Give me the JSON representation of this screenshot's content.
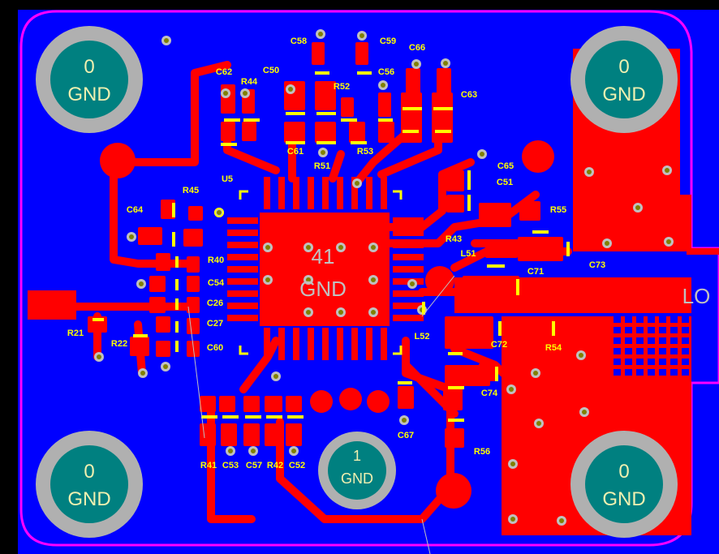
{
  "colors": {
    "background": "#000000",
    "board": "#0000ff",
    "outline": "#ff00ff",
    "copper": "#ff0000",
    "silk": "#ffff00",
    "pad": "#c0c0c0",
    "via": "#808000",
    "mount_ring": "#b0b0b0",
    "mount_fill": "#008080",
    "mount_text": "#f0f0b0",
    "net_text": "#c0c0c0"
  },
  "mounting_holes": [
    {
      "id": "mh-top-left",
      "net": "0",
      "label": "GND"
    },
    {
      "id": "mh-top-right",
      "net": "0",
      "label": "GND"
    },
    {
      "id": "mh-bottom-left",
      "net": "0",
      "label": "GND"
    },
    {
      "id": "mh-bottom-right",
      "net": "0",
      "label": "GND"
    },
    {
      "id": "mh-center-bottom",
      "net": "1",
      "label": "GND"
    }
  ],
  "chip": {
    "designator": "U5",
    "pad_net": "41",
    "pad_label": "GND"
  },
  "net_label": "LO",
  "designators": [
    "C58",
    "C59",
    "C66",
    "C62",
    "R44",
    "C50",
    "R52",
    "C56",
    "C63",
    "C61",
    "R51",
    "R53",
    "C65",
    "C51",
    "R55",
    "R45",
    "U5",
    "C64",
    "R43",
    "L51",
    "C71",
    "C73",
    "R40",
    "C54",
    "C26",
    "C27",
    "C60",
    "R21",
    "R22",
    "L52",
    "C72",
    "R54",
    "C74",
    "C67",
    "R56",
    "R41",
    "C53",
    "C57",
    "R42",
    "C52"
  ]
}
